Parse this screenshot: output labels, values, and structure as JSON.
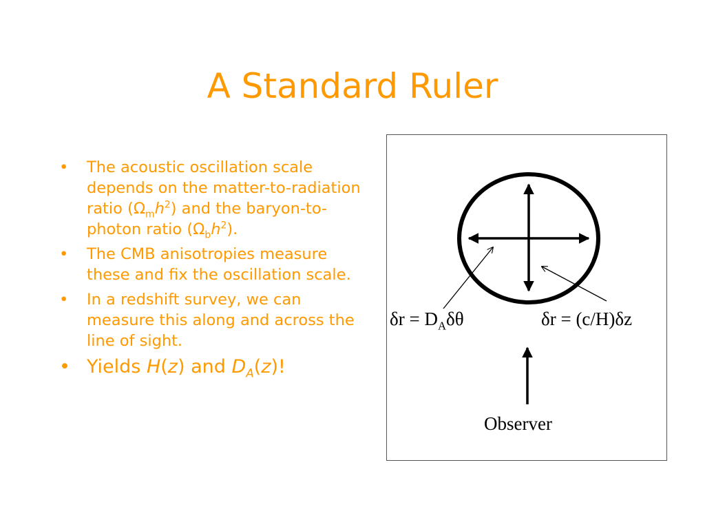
{
  "slide": {
    "title": "A Standard Ruler",
    "bullets": [
      {
        "before": "The acoustic oscillation scale depends on the matter-to-radiation ratio (",
        "sym1": "Ω",
        "sub1": "m",
        "h1": "h",
        "sup1": "2",
        "mid": ") and the baryon-to-photon ratio (",
        "sym2": "Ω",
        "sub2": "b",
        "h2": "h",
        "sup2": "2",
        "after": ")."
      },
      {
        "text": "The CMB anisotropies measure these and fix the oscillation scale."
      },
      {
        "text": "In a redshift survey, we can measure this along and across the line of sight."
      },
      {
        "p1": "Yields ",
        "H": "H",
        "p2": "(",
        "z1": "z",
        "p3": ") and ",
        "D": "D",
        "Dsub": "A",
        "p4": "(",
        "z2": "z",
        "p5": ")!"
      }
    ],
    "bullet_glyph": "•"
  },
  "diagram": {
    "label_left_main": "δr = D",
    "label_left_sub": "A",
    "label_left_end": "δθ",
    "label_right": "δr = (c/H)δz",
    "observer": "Observer"
  },
  "colors": {
    "accent": "#ff9900",
    "ink": "#000000"
  }
}
